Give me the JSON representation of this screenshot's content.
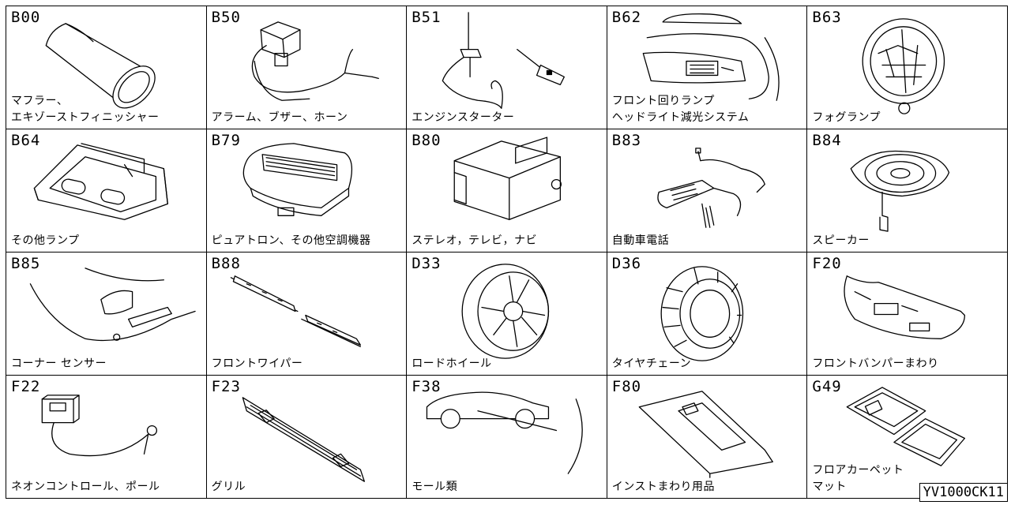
{
  "parts": [
    {
      "code": "B00",
      "lines": [
        "マフラー、",
        "エキゾーストフィニッシャー"
      ],
      "icon": "muffler-icon"
    },
    {
      "code": "B50",
      "lines": [
        "アラーム、ブザー、ホーン"
      ],
      "icon": "horn-icon"
    },
    {
      "code": "B51",
      "lines": [
        "エンジンスターター"
      ],
      "icon": "engine-starter-icon"
    },
    {
      "code": "B62",
      "lines": [
        "フロント回りランプ",
        "ヘッドライト減光システム"
      ],
      "icon": "front-lamp-icon"
    },
    {
      "code": "B63",
      "lines": [
        "フォグランプ"
      ],
      "icon": "fog-lamp-icon"
    },
    {
      "code": "B64",
      "lines": [
        "その他ランプ"
      ],
      "icon": "room-lamp-icon"
    },
    {
      "code": "B79",
      "lines": [
        "ピュアトロン、その他空調機器"
      ],
      "icon": "air-purifier-icon"
    },
    {
      "code": "B80",
      "lines": [
        "ステレオ，テレビ，ナビ"
      ],
      "icon": "stereo-icon"
    },
    {
      "code": "B83",
      "lines": [
        "自動車電話"
      ],
      "icon": "car-phone-icon"
    },
    {
      "code": "B84",
      "lines": [
        "スピーカー"
      ],
      "icon": "speaker-icon"
    },
    {
      "code": "B85",
      "lines": [
        "コーナー センサー"
      ],
      "icon": "corner-sensor-icon"
    },
    {
      "code": "B88",
      "lines": [
        "フロントワイパー"
      ],
      "icon": "wiper-icon"
    },
    {
      "code": "D33",
      "lines": [
        "ロードホイール"
      ],
      "icon": "road-wheel-icon"
    },
    {
      "code": "D36",
      "lines": [
        "タイヤチェーン"
      ],
      "icon": "tire-chain-icon"
    },
    {
      "code": "F20",
      "lines": [
        "フロントバンパーまわり"
      ],
      "icon": "front-bumper-icon"
    },
    {
      "code": "F22",
      "lines": [
        "ネオンコントロール、ポール"
      ],
      "icon": "neon-control-icon"
    },
    {
      "code": "F23",
      "lines": [
        "グリル"
      ],
      "icon": "grille-icon"
    },
    {
      "code": "F38",
      "lines": [
        "モール類"
      ],
      "icon": "molding-icon"
    },
    {
      "code": "F80",
      "lines": [
        "インストまわり用品"
      ],
      "icon": "console-icon"
    },
    {
      "code": "G49",
      "lines": [
        "フロアカーペット",
        "マット"
      ],
      "icon": "floor-mat-icon"
    }
  ],
  "reference_code": "YV1000CK11"
}
